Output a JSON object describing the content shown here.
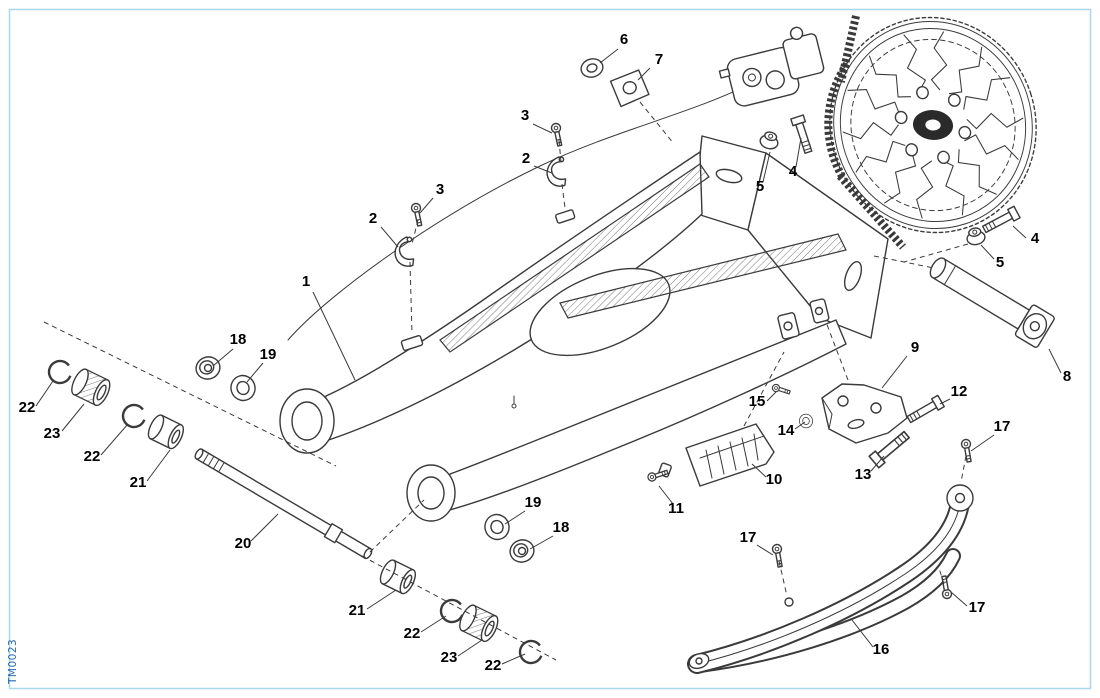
{
  "page": {
    "watermark": "TM0023"
  },
  "colors": {
    "border": "#a9d7ee",
    "line": "#3a3a3a",
    "label": "#000000",
    "watermark": "#2a6ab2",
    "background": "#ffffff"
  },
  "callouts": [
    {
      "label": "6"
    },
    {
      "label": "7"
    },
    {
      "label": "3"
    },
    {
      "label": "2"
    },
    {
      "label": "3"
    },
    {
      "label": "2"
    },
    {
      "label": "1"
    },
    {
      "label": "5"
    },
    {
      "label": "4"
    },
    {
      "label": "4"
    },
    {
      "label": "5"
    },
    {
      "label": "8"
    },
    {
      "label": "9"
    },
    {
      "label": "15"
    },
    {
      "label": "14"
    },
    {
      "label": "12"
    },
    {
      "label": "13"
    },
    {
      "label": "10"
    },
    {
      "label": "11"
    },
    {
      "label": "18"
    },
    {
      "label": "19"
    },
    {
      "label": "22"
    },
    {
      "label": "23"
    },
    {
      "label": "22"
    },
    {
      "label": "21"
    },
    {
      "label": "20"
    },
    {
      "label": "19"
    },
    {
      "label": "18"
    },
    {
      "label": "21"
    },
    {
      "label": "22"
    },
    {
      "label": "23"
    },
    {
      "label": "22"
    },
    {
      "label": "17"
    },
    {
      "label": "17"
    },
    {
      "label": "17"
    },
    {
      "label": "16"
    }
  ]
}
